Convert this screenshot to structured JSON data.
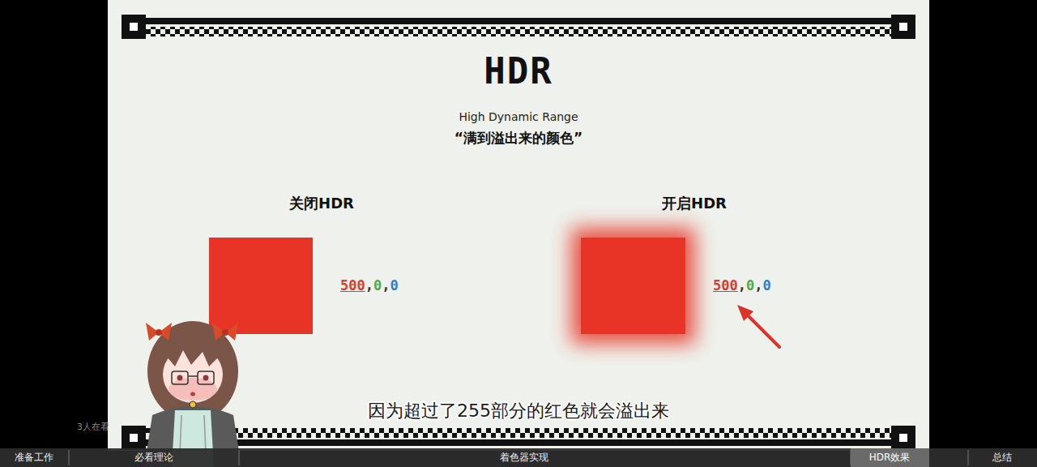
{
  "diagram": {
    "title": "HDR",
    "labels": [
      "High Dynamic Range",
      "“满到溢出来的颜色”",
      "关闭HDR",
      "500,0,0",
      "开启HDR",
      "500,0,0",
      "因为超过了255部分的红色就会溢出来",
      "3人在看",
      "准备工作",
      "必看理论",
      "着色器实现",
      "HDR效果",
      "总结"
    ]
  }
}
